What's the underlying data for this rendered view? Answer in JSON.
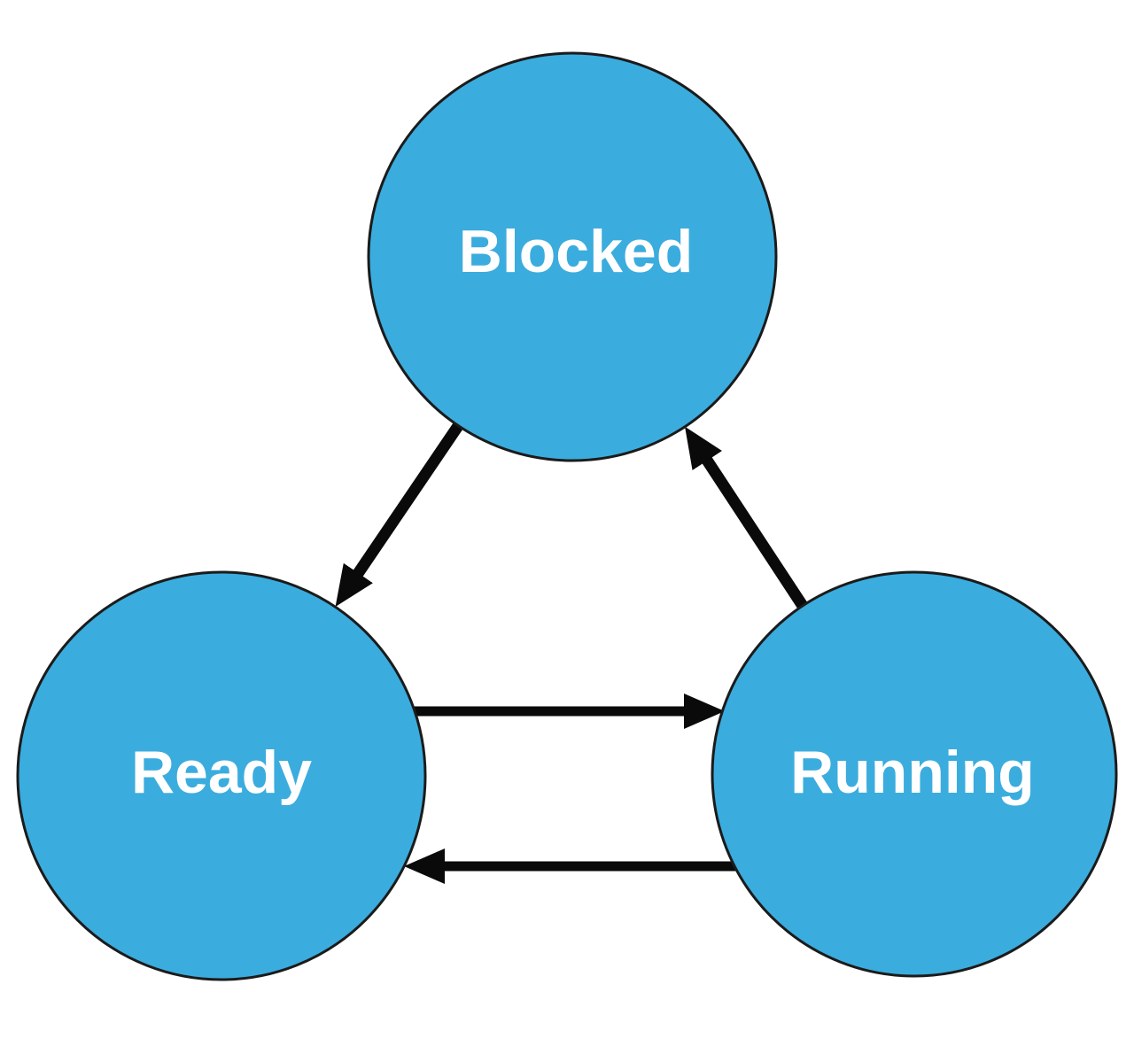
{
  "diagram": {
    "type": "state-diagram",
    "background": "#ffffff",
    "node_fill": "#3BACDE",
    "node_border": "#1B1B1B",
    "label_color": "#FFFFFF",
    "arrow_color": "#0A0A0A",
    "nodes": [
      {
        "id": "blocked",
        "label": "Blocked",
        "position": "top-center"
      },
      {
        "id": "ready",
        "label": "Ready",
        "position": "bottom-left"
      },
      {
        "id": "running",
        "label": "Running",
        "position": "bottom-right"
      }
    ],
    "edges": [
      {
        "from": "Blocked",
        "to": "Ready"
      },
      {
        "from": "Running",
        "to": "Blocked"
      },
      {
        "from": "Ready",
        "to": "Running"
      },
      {
        "from": "Running",
        "to": "Ready"
      }
    ]
  }
}
